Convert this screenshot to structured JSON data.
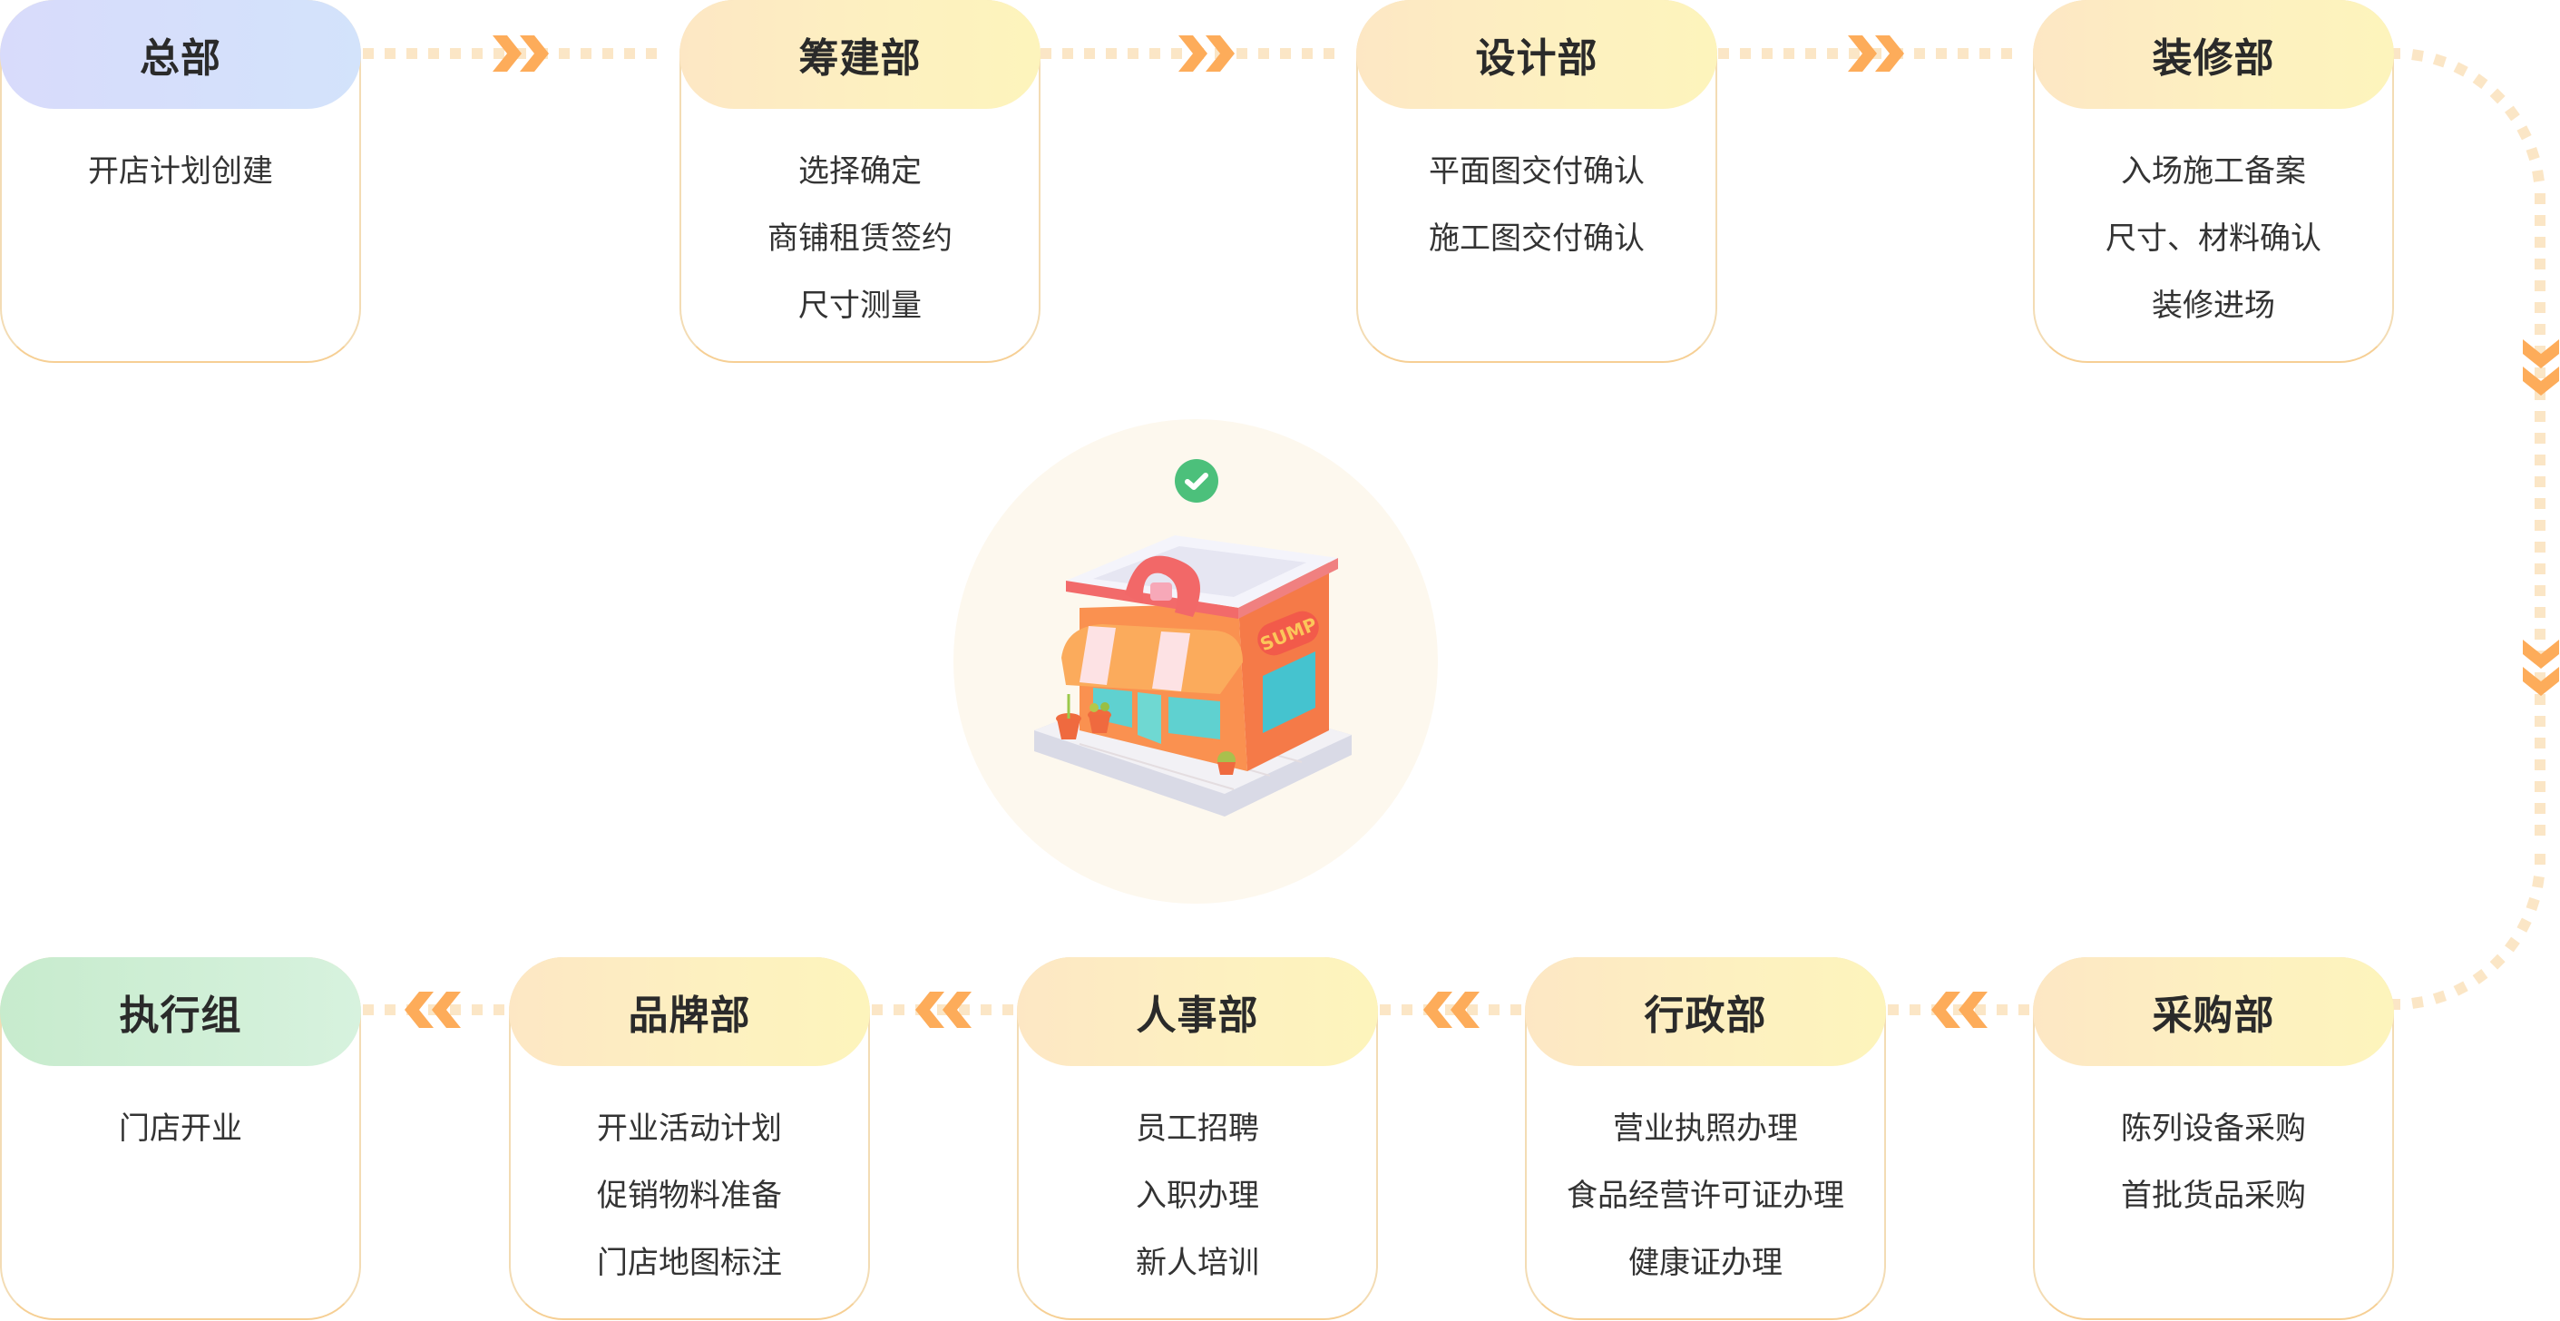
{
  "title": "门店开业流程",
  "colors": {
    "connector_dot": "#fbe6c6",
    "chevron": "#fdac5a",
    "card_border": "#f3dcb4",
    "check_badge": "#4cc07b",
    "hub_background": "#fdf8ee"
  },
  "top_row": [
    {
      "department": "总部",
      "tasks": [
        "开店计划创建"
      ],
      "header_style": "blue"
    },
    {
      "department": "筹建部",
      "tasks": [
        "选择确定",
        "商铺租赁签约",
        "尺寸测量"
      ],
      "header_style": "yellow"
    },
    {
      "department": "设计部",
      "tasks": [
        "平面图交付确认",
        "施工图交付确认"
      ],
      "header_style": "yellow"
    },
    {
      "department": "装修部",
      "tasks": [
        "入场施工备案",
        "尺寸、材料确认",
        "装修进场"
      ],
      "header_style": "yellow"
    }
  ],
  "bottom_row": [
    {
      "department": "执行组",
      "tasks": [
        "门店开业"
      ],
      "header_style": "green"
    },
    {
      "department": "品牌部",
      "tasks": [
        "开业活动计划",
        "促销物料准备",
        "门店地图标注"
      ],
      "header_style": "yellow"
    },
    {
      "department": "人事部",
      "tasks": [
        "员工招聘",
        "入职办理",
        "新人培训"
      ],
      "header_style": "yellow"
    },
    {
      "department": "行政部",
      "tasks": [
        "营业执照办理",
        "食品经营许可证办理",
        "健康证办理"
      ],
      "header_style": "yellow"
    },
    {
      "department": "采购部",
      "tasks": [
        "陈列设备采购",
        "首批货品采购"
      ],
      "header_style": "yellow"
    }
  ],
  "hub": {
    "status_icon": "check-circle-icon",
    "illustration": "storefront-icon",
    "store_sign": "SUMP"
  },
  "connectors": {
    "top_row_direction": "right",
    "right_side_direction": "down",
    "bottom_row_direction": "left"
  }
}
